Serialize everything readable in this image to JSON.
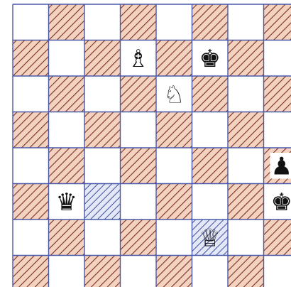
{
  "board": {
    "files": [
      "a",
      "b",
      "c",
      "d",
      "e",
      "f",
      "g",
      "h"
    ],
    "ranks": [
      8,
      7,
      6,
      5,
      4,
      3,
      2,
      1
    ],
    "colors": {
      "paper": "#ffffff",
      "grid_line": "#4a5aa8",
      "dark_hatch": "#7a2f25",
      "dark_fill": "#f3d3c0",
      "blue_hatch": "#3b4fa0",
      "ink": "#111111"
    },
    "highlighted_squares": [
      {
        "square": "c3",
        "style": "blue-hatch"
      },
      {
        "square": "f2",
        "style": "blue-hatch"
      }
    ],
    "pieces": [
      {
        "square": "d7",
        "piece": "bishop",
        "color": "white",
        "glyph": "♗",
        "icon": "white-bishop-icon"
      },
      {
        "square": "f7",
        "piece": "king",
        "color": "black",
        "glyph": "♚",
        "icon": "black-king-icon"
      },
      {
        "square": "e6",
        "piece": "knight",
        "color": "white",
        "glyph": "♘",
        "icon": "white-knight-icon"
      },
      {
        "square": "h4",
        "piece": "pawn",
        "color": "black",
        "glyph": "♟",
        "icon": "black-pawn-icon"
      },
      {
        "square": "b3",
        "piece": "queen",
        "color": "black",
        "glyph": "♛",
        "icon": "black-queen-icon"
      },
      {
        "square": "h3",
        "piece": "king",
        "color": "black",
        "glyph": "♚",
        "icon": "black-king-icon"
      },
      {
        "square": "f2",
        "piece": "queen",
        "color": "white",
        "glyph": "♕",
        "icon": "white-queen-icon"
      }
    ]
  }
}
